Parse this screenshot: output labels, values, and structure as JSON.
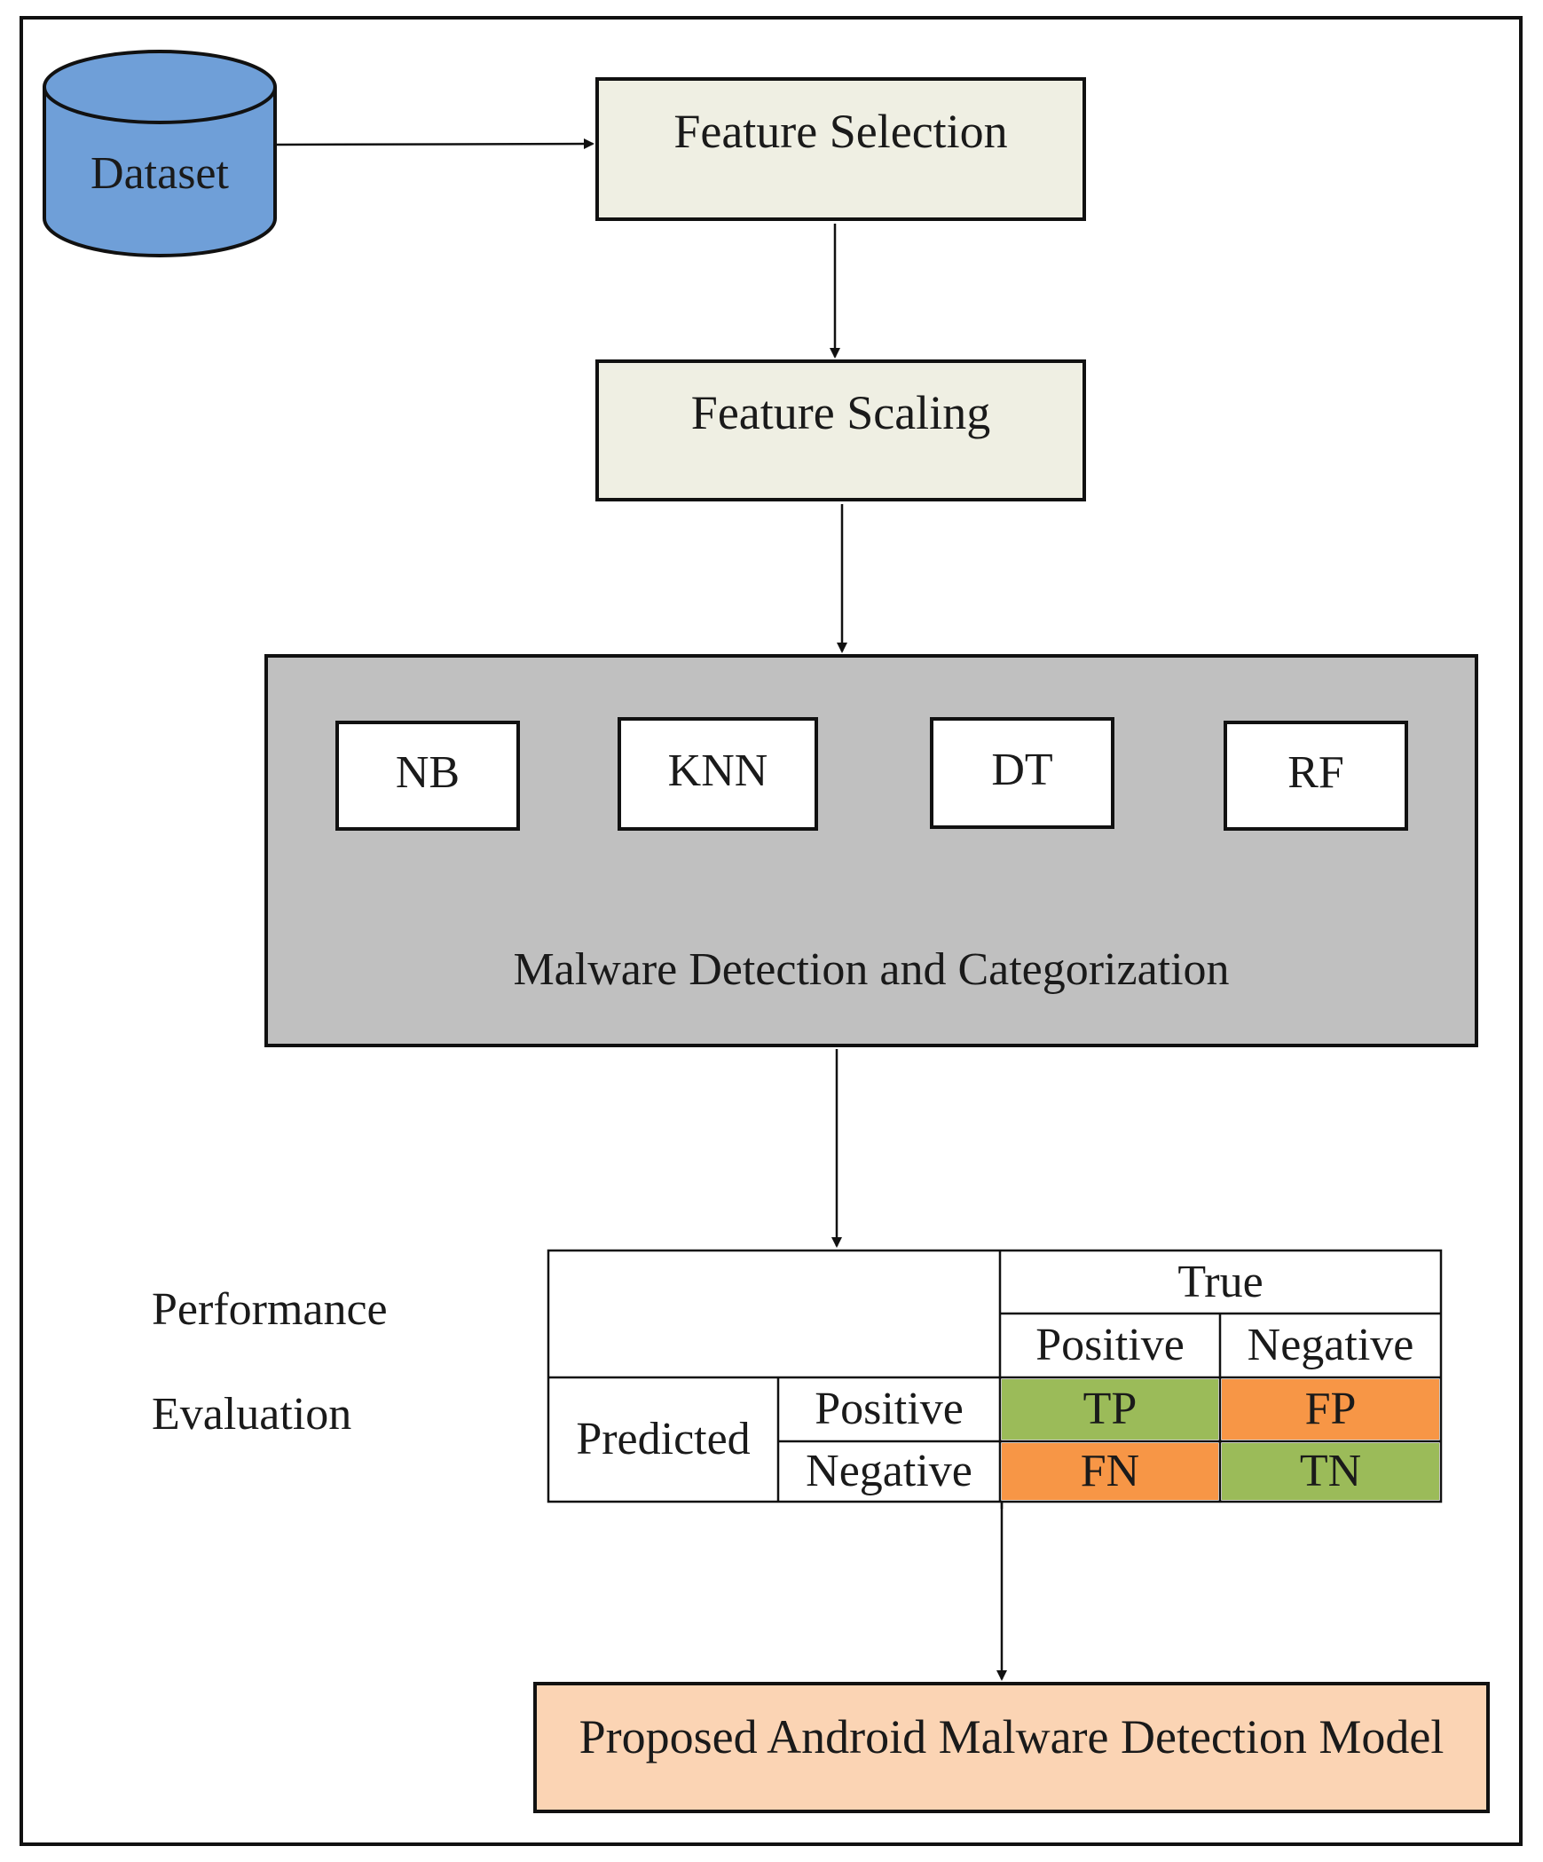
{
  "dataset": {
    "label": "Dataset",
    "fill": "#6f9fd8"
  },
  "steps": {
    "feature_selection": "Feature Selection",
    "feature_scaling": "Feature Scaling"
  },
  "detection": {
    "label": "Malware Detection and Categorization",
    "fill": "#c0c0c0",
    "algorithms": [
      "NB",
      "KNN",
      "DT",
      "RF"
    ]
  },
  "evaluation": {
    "label_line1": "Performance",
    "label_line2": "Evaluation"
  },
  "confusion_matrix": {
    "true_header": "True",
    "col_positive": "Positive",
    "col_negative": "Negative",
    "predicted_label": "Predicted",
    "row_positive": "Positive",
    "row_negative": "Negative",
    "tp": "TP",
    "fp": "FP",
    "fn": "FN",
    "tn": "TN",
    "correct_color": "#9bbb59",
    "error_color": "#f79646"
  },
  "final_model": {
    "label": "Proposed Android Malware Detection Model",
    "fill": "#fbd4b4"
  }
}
